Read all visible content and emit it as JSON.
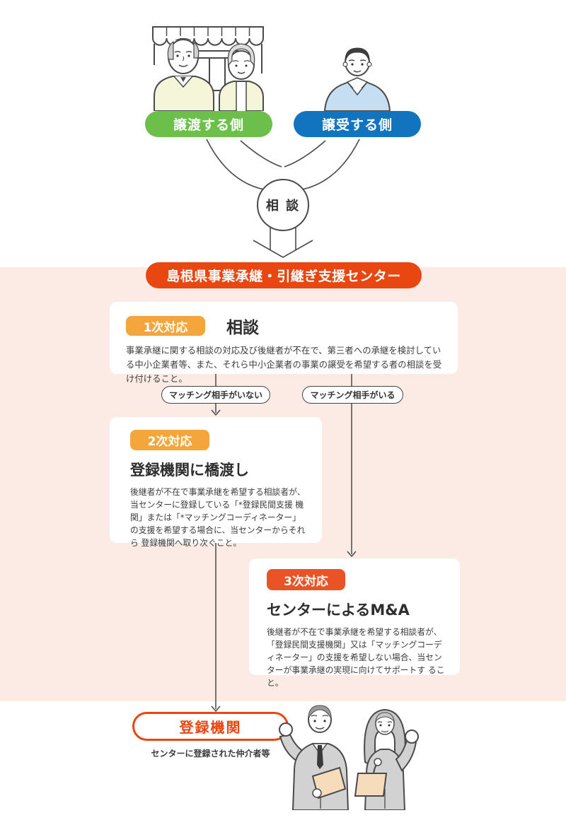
{
  "palette": {
    "pink_background": "#fcebe4",
    "banner_red": "#e94712",
    "badge_orange": "#f4a63c",
    "badge_red": "#e95326",
    "transferor_green": "#6dbf4b",
    "transferee_blue": "#1273bf",
    "connector_gray": "#4a4a4a"
  },
  "top_section": {
    "transferor_label": "譲渡する側",
    "transferee_label": "譲受する側",
    "consult_circle_label": "相 談"
  },
  "center_banner": {
    "label": "島根県事業承継・引継ぎ支援センター"
  },
  "branch_labels": {
    "no_match": "マッチング相手がいない",
    "has_match": "マッチング相手がいる"
  },
  "cards": {
    "primary": {
      "badge": "1次対応",
      "title": "相談",
      "body": "事業承継に関する相談の対応及び後継者が不在で、第三者への承継を検討している中小企業者等、また、それら中小企業者の事業の譲受を希望する者の相談を受け付けること。"
    },
    "secondary": {
      "badge": "2次対応",
      "title": "登録機関に橋渡し",
      "body": "後継者が不在で事業承継を希望する相談者が、当センターに登録している「*登録民間支援 機関」または「*マッチングコーディネーター」の支援を希望する場合に、当センターからそれら 登録機関へ取り次ぐこと。"
    },
    "tertiary": {
      "badge": "3次対応",
      "title": "センターによるM&A",
      "body": "後継者が不在で事業承継を希望する相談者が、「登録民間支援機関」又は「マッチングコーディネーター」の支援を希望しない場合、当センターが事業承継の実現に向けてサポートす ること。"
    }
  },
  "registered_org": {
    "label": "登録機関",
    "caption": "センターに登録された仲介者等"
  },
  "illustrations": {
    "shop_owners": "elderly-shop-owners-illustration",
    "successor": "young-man-illustration",
    "intermediaries": "business-people-illustration",
    "converge": "converging-lines-icon",
    "down_arrow": "hollow-down-arrow-icon"
  }
}
